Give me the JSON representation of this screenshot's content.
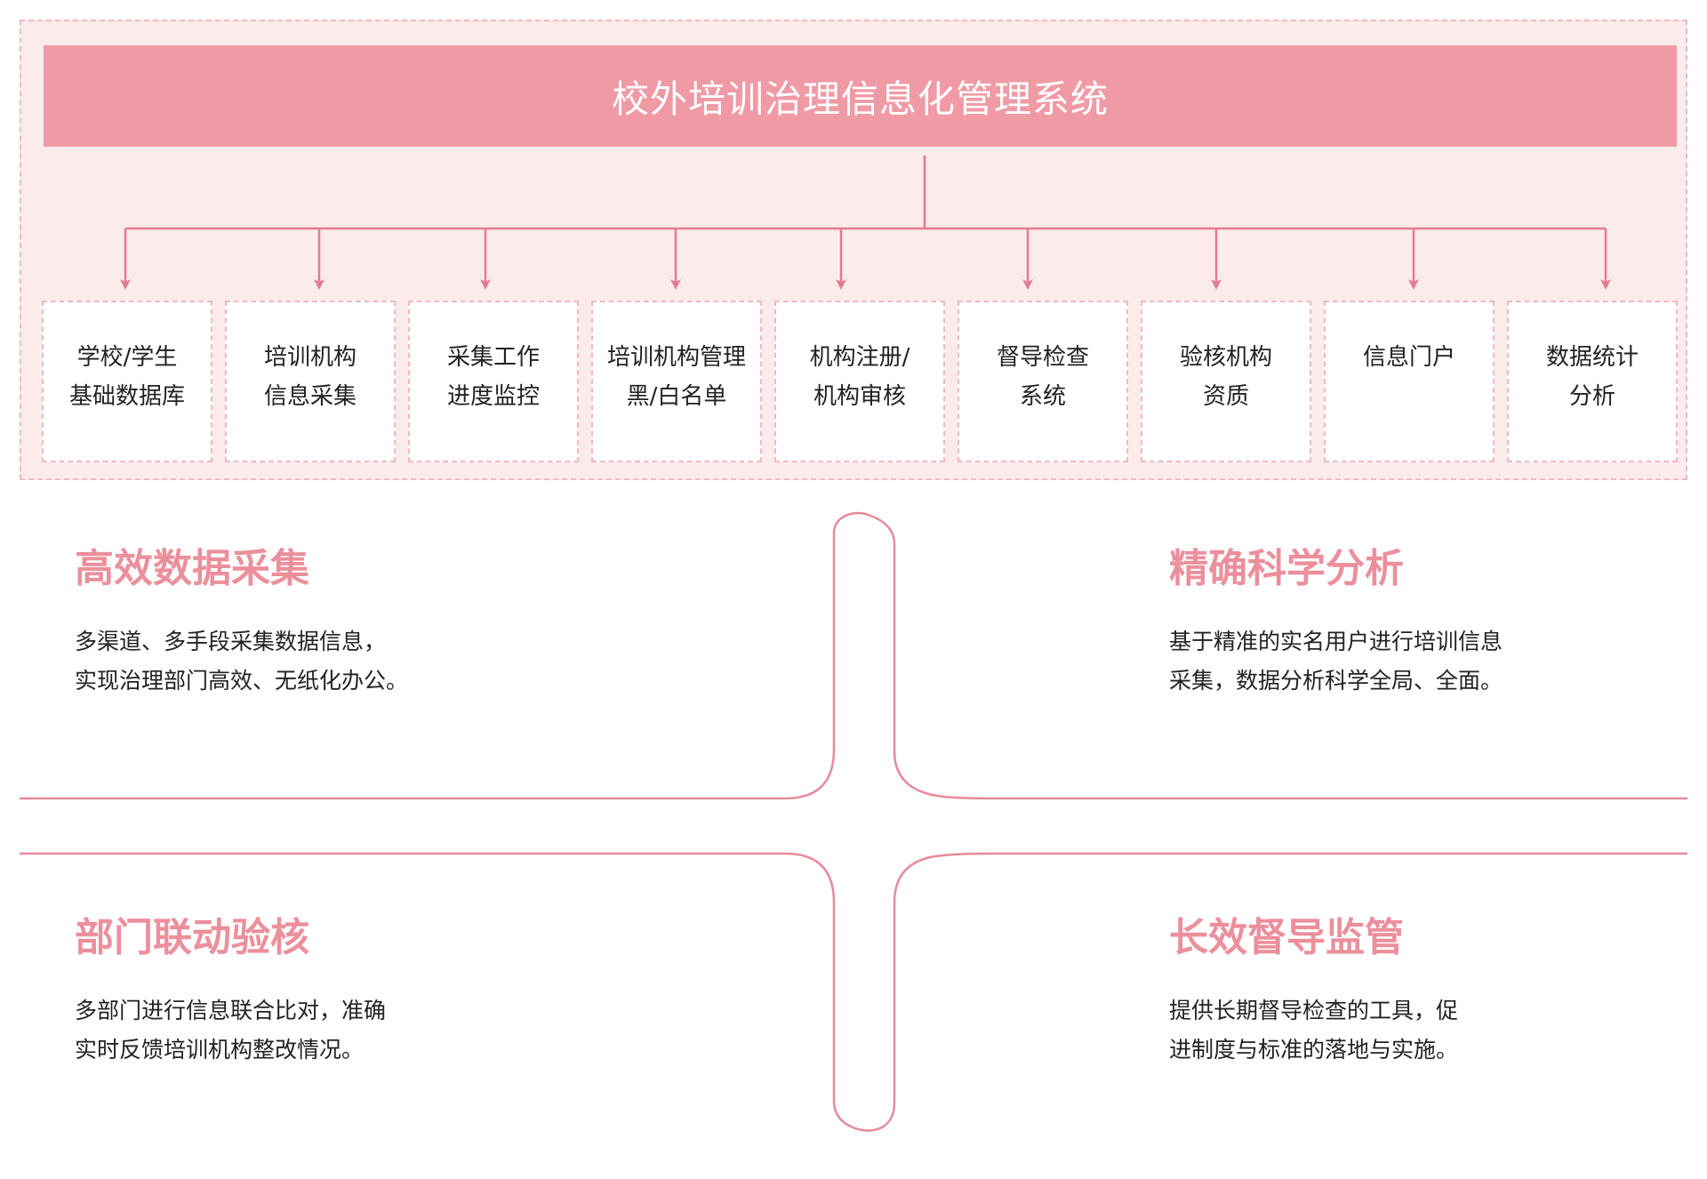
{
  "system": {
    "title": "校外培训治理信息化管理系统"
  },
  "modules": [
    {
      "lines": [
        "学校/学生",
        "基础数据库"
      ]
    },
    {
      "lines": [
        "培训机构",
        "信息采集"
      ]
    },
    {
      "lines": [
        "采集工作",
        "进度监控"
      ]
    },
    {
      "lines": [
        "培训机构管理",
        "黑/白名单"
      ]
    },
    {
      "lines": [
        "机构注册/",
        "机构审核"
      ]
    },
    {
      "lines": [
        "督导检查",
        "系统"
      ]
    },
    {
      "lines": [
        "验核机构",
        "资质"
      ]
    },
    {
      "lines": [
        "信息门户"
      ]
    },
    {
      "lines": [
        "数据统计",
        "分析"
      ]
    }
  ],
  "features": [
    {
      "title": "高效数据采集",
      "lines": [
        "多渠道、多手段采集数据信息，",
        "实现治理部门高效、无纸化办公。"
      ]
    },
    {
      "title": "精确科学分析",
      "lines": [
        "基于精准的实名用户进行培训信息",
        "采集，数据分析科学全局、全面。"
      ]
    },
    {
      "title": "部门联动验核",
      "lines": [
        "多部门进行信息联合比对，准确",
        "实时反馈培训机构整改情况。"
      ]
    },
    {
      "title": "长效督导监管",
      "lines": [
        "提供长期督导检查的工具，促",
        "进制度与标准的落地与实施。"
      ]
    }
  ],
  "colors": {
    "accent": "#f09aa6",
    "panel_bg": "#fcebeb",
    "dashed_border": "#f1b9c2",
    "connector": "#e27b8f",
    "feature_title": "#ec8f9c",
    "divider": "#e68a9c"
  }
}
